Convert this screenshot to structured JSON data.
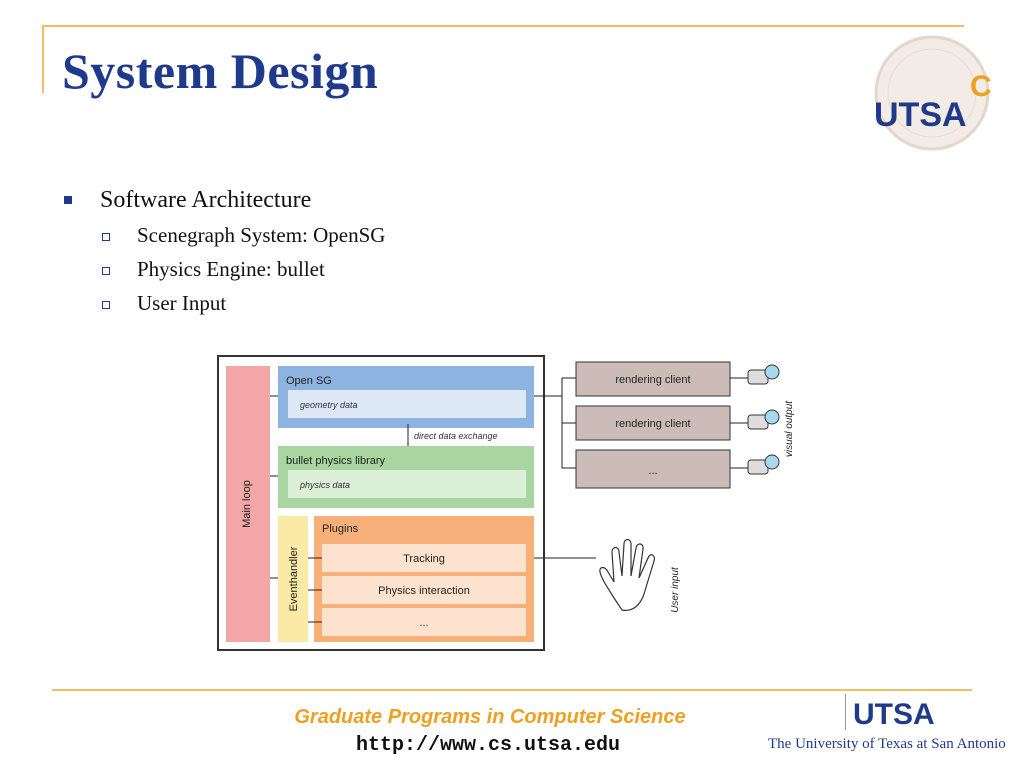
{
  "slide": {
    "title": "System Design",
    "bullet": "Software Architecture",
    "subbullets": [
      "Scenegraph System: OpenSG",
      "Physics Engine: bullet",
      "User Input"
    ]
  },
  "diagram": {
    "main_loop": "Main loop",
    "opensg": "Open SG",
    "geometry": "geometry data",
    "exchange": "direct data exchange",
    "bullet": "bullet physics library",
    "physics_data": "physics data",
    "eventhandler": "Eventhandler",
    "plugins": "Plugins",
    "tracking": "Tracking",
    "physics_interaction": "Physics interaction",
    "ellipsis": "...",
    "rendering_client": "rendering client",
    "visual_output": "visual output",
    "user_input": "User input"
  },
  "seal": {
    "logo": "UTSA",
    "logo_c": "C"
  },
  "footer": {
    "program": "Graduate Programs in Computer Science",
    "url": "http://www.cs.utsa.edu",
    "logo": "UTSA",
    "university": "The University of Texas at San Antonio"
  },
  "colors": {
    "title": "#1f3a8a",
    "accent": "#f0a020",
    "opensg": "#8db3e0",
    "bullet": "#a8d5a0",
    "plugins": "#f8b07a",
    "mainloop": "#f2a6a6",
    "client": "#cbbcb8"
  }
}
